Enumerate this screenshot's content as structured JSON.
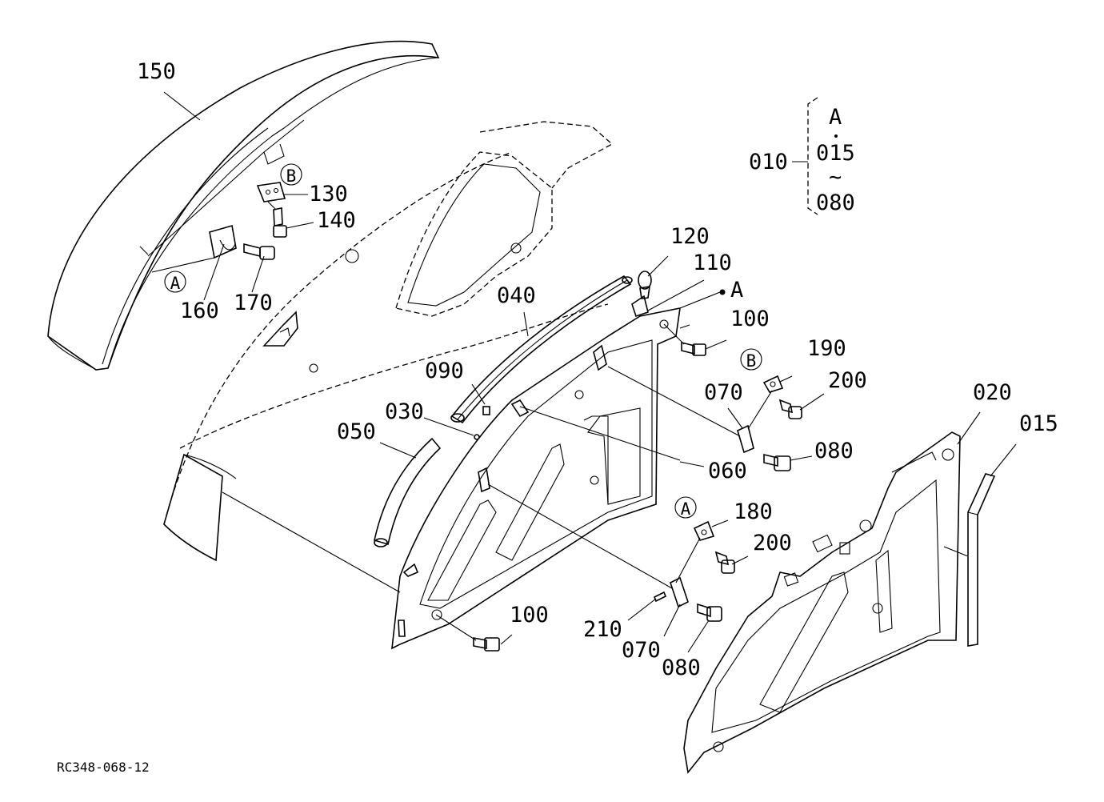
{
  "drawing_id": "RC348-068-12",
  "labels": {
    "l150": "150",
    "l130": "130",
    "l140": "140",
    "l160": "160",
    "l170": "170",
    "l120": "120",
    "l110": "110",
    "l100a": "100",
    "l100b": "100",
    "l040": "040",
    "l090": "090",
    "l030": "030",
    "l050": "050",
    "l060": "060",
    "l190": "190",
    "l200a": "200",
    "l200b": "200",
    "l070a": "070",
    "l070b": "070",
    "l080a": "080",
    "l080b": "080",
    "l020": "020",
    "l015": "015",
    "l180": "180",
    "l210": "210",
    "refA": "A"
  },
  "callouts": {
    "A1": "A",
    "B1": "B",
    "B2": "B",
    "A2": "A"
  },
  "legend": {
    "item": "010",
    "top_ref": "A",
    "from": "015",
    "range_mark": "~",
    "to": "080"
  }
}
